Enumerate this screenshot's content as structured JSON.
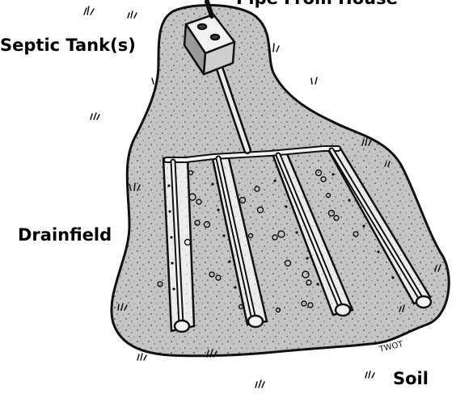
{
  "labels": {
    "pipe": "Pipe From House",
    "tank": "Septic Tank(s)",
    "drainfield": "Drainfield",
    "soil": "Soil"
  },
  "signature": "TWOT",
  "colors": {
    "ink": "#111111",
    "soil_fill": "#bdbdbd",
    "trench_fill": "#e6e6e6",
    "background": "#ffffff"
  }
}
